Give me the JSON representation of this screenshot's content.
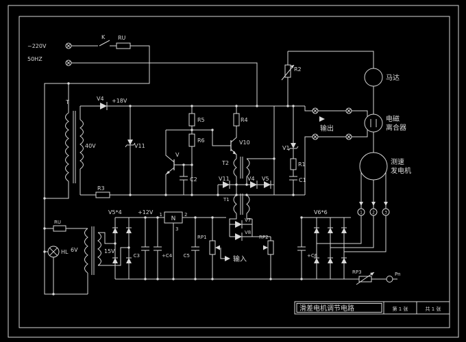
{
  "meta": {
    "background": "#000000",
    "ink": "#d9d9d9"
  },
  "power": {
    "voltage": "~220V",
    "frequency": "50HZ",
    "switch_label": "K",
    "fuse_label": "RU"
  },
  "top_right": {
    "resistor": "R2"
  },
  "main_transformer": {
    "name": "T",
    "secondary_voltage": "40V"
  },
  "regulator": {
    "rectifier_diode": "V4",
    "rail": "+18V",
    "zener": "V11",
    "r5": "R5",
    "r6": "R6",
    "r4": "R4",
    "q_small": "V",
    "q_driver": "V10",
    "c2": "C2",
    "t2": "T2",
    "row_v11": "V11",
    "row_v4": "V4",
    "row_v5": "V5",
    "v1": "V1",
    "r1": "R1",
    "c1": "C1",
    "r3": "R3"
  },
  "output": {
    "label": "输出"
  },
  "machines": {
    "motor": "马达",
    "clutch": [
      "电磁",
      "离合器"
    ],
    "tacho": [
      "测速",
      "发电机"
    ]
  },
  "aux": {
    "fuse": "RU",
    "lamp": "HL",
    "lamp_v": "6V",
    "sec_v": "15V",
    "bridge1": "V5*4",
    "rail": "+12V",
    "ic": "N",
    "pin1": "1",
    "pin2": "2",
    "pin3": "3",
    "c3": "C3",
    "c4": "+C4",
    "c5": "C5",
    "rp1": "RP1",
    "input": "输入",
    "v7": "V7",
    "v8": "V8",
    "t1": "T1",
    "rp2": "RP2",
    "c6": "+C6",
    "bridge2": "V6*6",
    "ph": [
      "1",
      "2",
      "3"
    ],
    "rp3": "RP3",
    "pn": "Pn"
  },
  "title_block": {
    "title": "滑差电机调节电路",
    "sheet_no": "第 1 张",
    "sheet_total": "共 1 张"
  }
}
